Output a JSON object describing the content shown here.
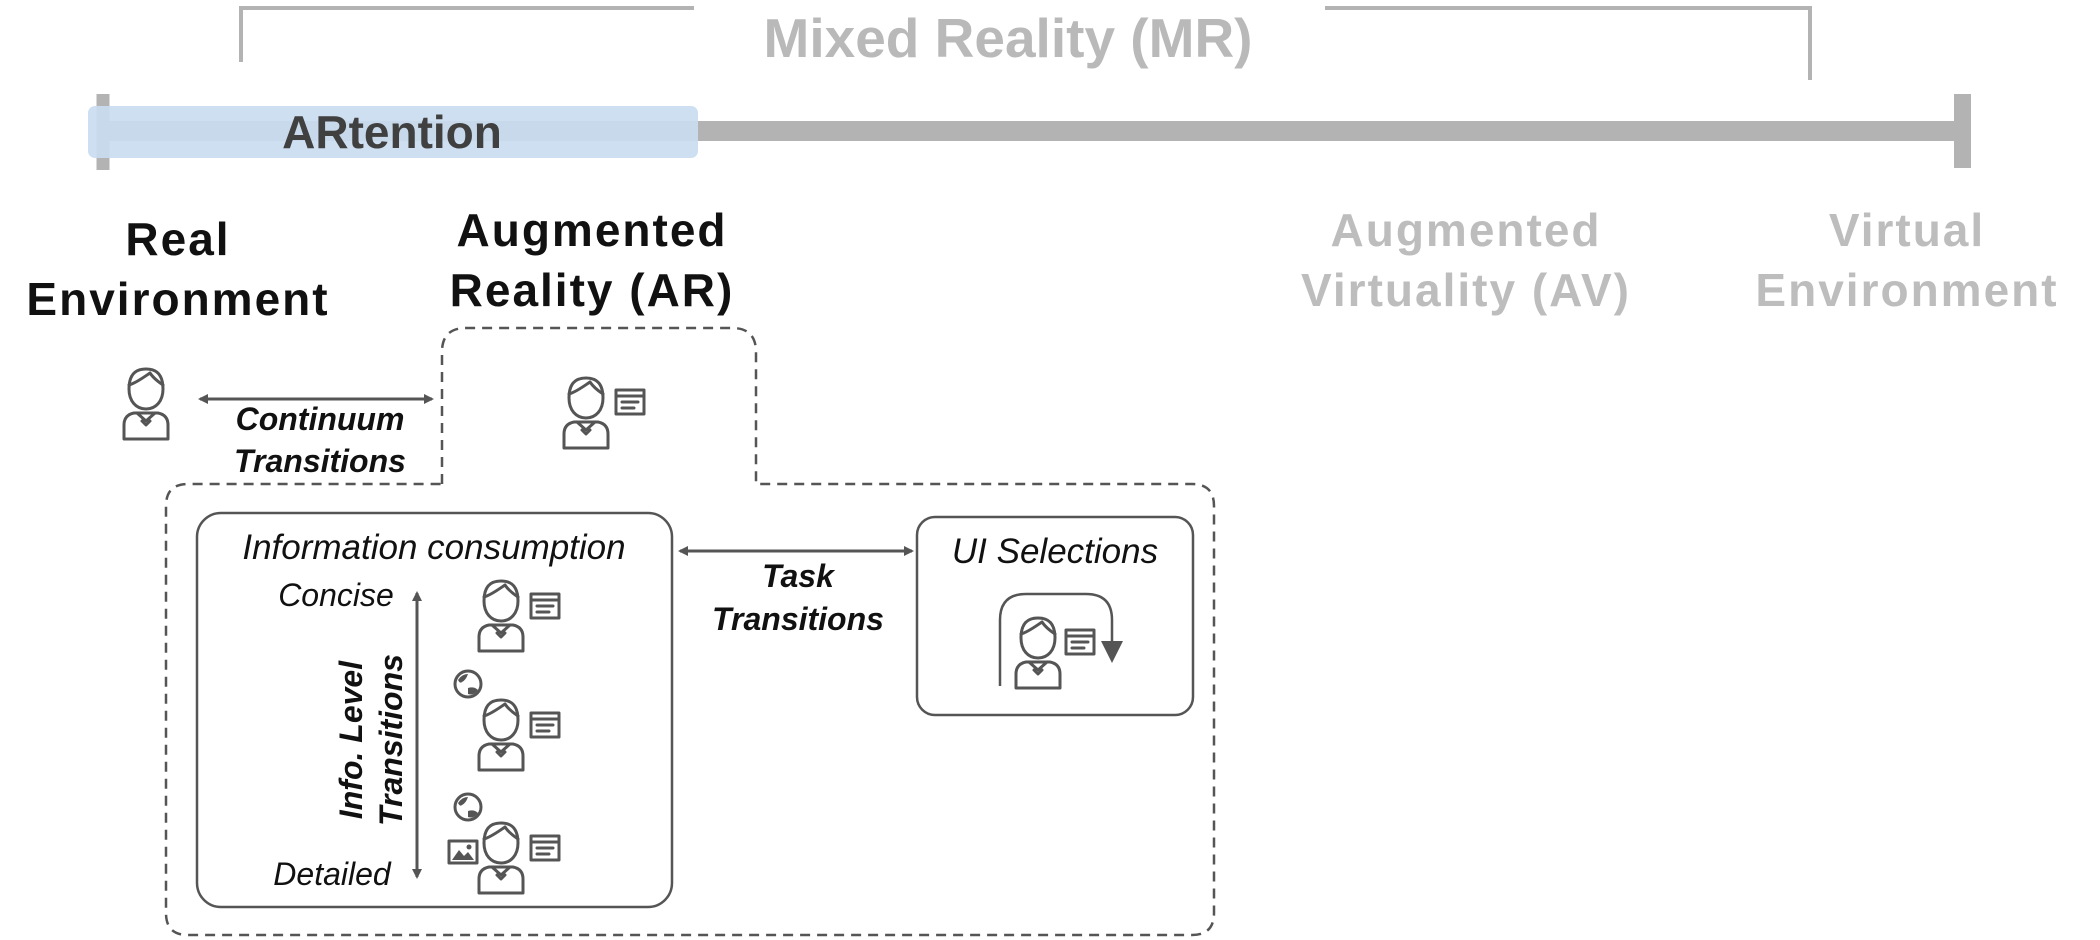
{
  "continuum": {
    "mixed_reality_label": "Mixed Reality (MR)",
    "artention_label": "ARtention",
    "real_environment": [
      "Real",
      "Environment"
    ],
    "augmented_reality": [
      "Augmented",
      "Reality (AR)"
    ],
    "augmented_virtuality": [
      "Augmented",
      "Virtuality (AV)"
    ],
    "virtual_environment": [
      "Virtual",
      "Environment"
    ]
  },
  "transitions": {
    "continuum": [
      "Continuum",
      "Transitions"
    ],
    "task": [
      "Task",
      "Transitions"
    ],
    "info_level": [
      "Info. Level",
      "Transitions"
    ]
  },
  "info_box": {
    "title": "Information consumption",
    "concise": "Concise",
    "detailed": "Detailed"
  },
  "ui_box": {
    "title": "UI Selections"
  },
  "icons": [
    "user-icon",
    "user-with-panel-icon",
    "user-with-panel-and-map-icon",
    "user-with-panel-map-and-image-icon",
    "user-panel-selection-icon"
  ],
  "colors": {
    "artention_highlight": "#c9dcf0",
    "scale_bar": "#b3b3b3",
    "faded_text": "#bdbdbd",
    "icon_stroke": "#555555"
  }
}
